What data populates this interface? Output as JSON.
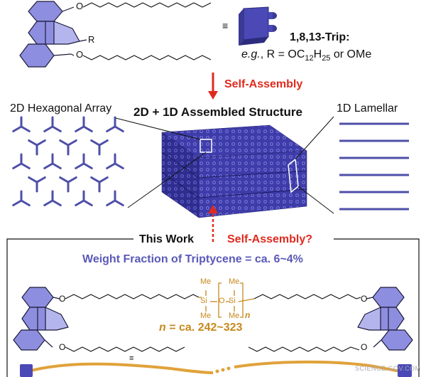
{
  "top": {
    "equals_sign": "≡",
    "trip_name": "1,8,13-Trip:",
    "trip_eg_prefix": "e.g.",
    "trip_eg_rest": ", R = OC",
    "sub12": "12",
    "h": "H",
    "sub25": "25",
    "trip_or": " or OMe",
    "r_label": "R",
    "o_upper": "O",
    "o_lower": "O"
  },
  "arrow1_label": "Self-Assembly",
  "middle": {
    "hex_label": "2D Hexagonal Array",
    "center_label": "2D + 1D Assembled Structure",
    "lam_label": "1D Lamellar"
  },
  "bottom": {
    "this_work": "This Work",
    "self_assembly_q": "Self-Assembly?",
    "weight_fraction": "Weight Fraction of Triptycene = ca. 6~4%",
    "me": "Me",
    "si": "Si",
    "o": "O",
    "n_label": "n",
    "n_value_prefix": "n",
    "n_value_rest": " = ca. 242~323",
    "o_left_top": "O",
    "o_left_bottom": "O",
    "o_right_top": "O",
    "o_right_bottom": "O",
    "equiv_small": "≡"
  },
  "watermark": "SCIENCE.GOV.COM",
  "colors": {
    "ring_fill": "#8e8ee0",
    "ring_stroke": "#1b1b3a",
    "block_blue": "#4a49b5",
    "pattern_blue": "#4e4fa8",
    "red": "#e02a1e",
    "orange": "#c7891d",
    "text_blue": "#5a59b8"
  }
}
